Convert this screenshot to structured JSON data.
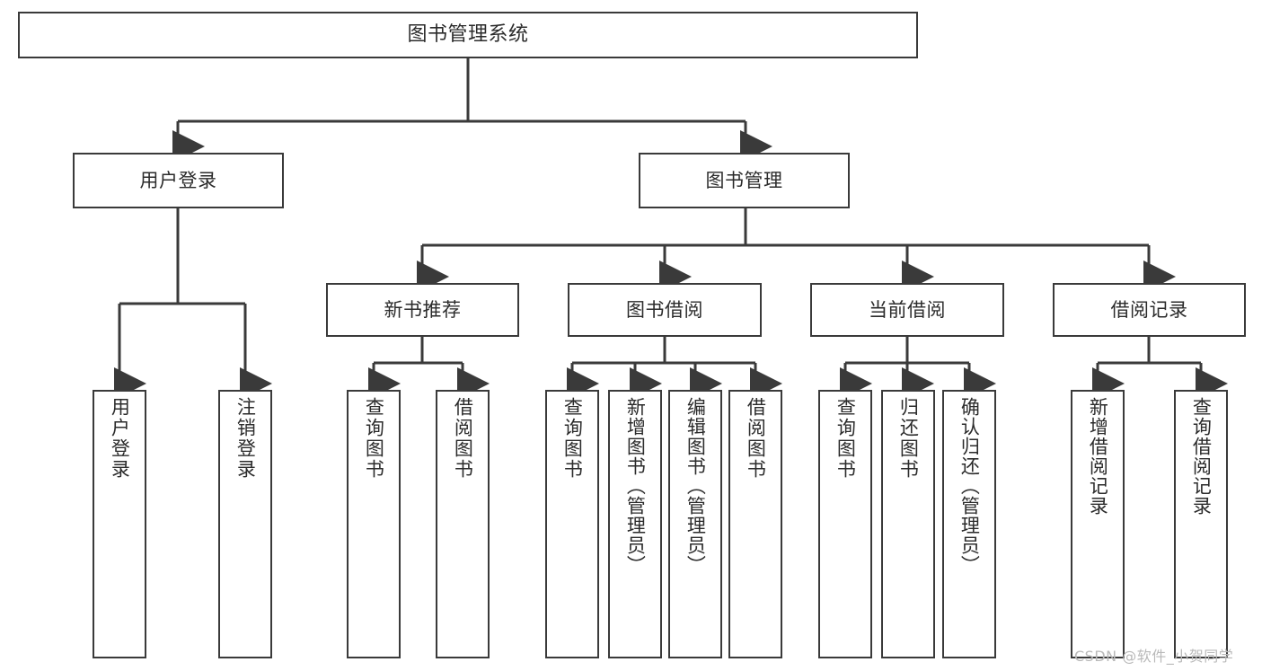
{
  "diagram": {
    "title": "图书管理系统",
    "type": "tree-structure-chart",
    "line_color": "#3a3a3a",
    "box_fill": "#ffffff",
    "text_color": "#2b2b2b"
  },
  "root": {
    "label": "图书管理系统"
  },
  "level2": [
    {
      "label": "用户登录"
    },
    {
      "label": "图书管理"
    }
  ],
  "level3": [
    {
      "label": "新书推荐"
    },
    {
      "label": "图书借阅"
    },
    {
      "label": "当前借阅"
    },
    {
      "label": "借阅记录"
    }
  ],
  "leaves": {
    "user_login": [
      {
        "label": "用户登录"
      },
      {
        "label": "注销登录"
      }
    ],
    "new_book_recommend": [
      {
        "label": "查询图书"
      },
      {
        "label": "借阅图书"
      }
    ],
    "book_borrow": [
      {
        "label": "查询图书"
      },
      {
        "label": "新增图书（管理员）"
      },
      {
        "label": "编辑图书（管理员）"
      },
      {
        "label": "借阅图书"
      }
    ],
    "current_borrow": [
      {
        "label": "查询图书"
      },
      {
        "label": "归还图书"
      },
      {
        "label": "确认归还（管理员）"
      }
    ],
    "borrow_record": [
      {
        "label": "新增借阅记录"
      },
      {
        "label": "查询借阅记录"
      }
    ]
  },
  "watermark": {
    "text": "CSDN @软件_小贺同学"
  }
}
